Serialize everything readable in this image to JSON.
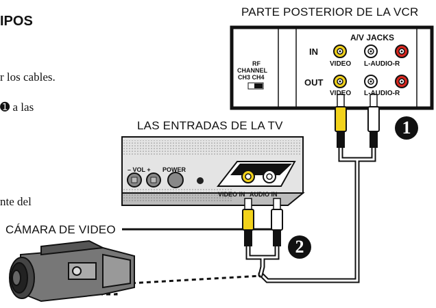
{
  "page": {
    "heading_fragment": "IPOS",
    "text_line_1": "r los cables.",
    "text_line_2_marker": "➊",
    "text_line_2": " a las",
    "text_line_3": "nte del"
  },
  "vcr": {
    "caption": "PARTE POSTERIOR DE LA VCR",
    "av_jacks_label": "A/V JACKS",
    "in_label": "IN",
    "out_label": "OUT",
    "video_in_label": "VIDEO",
    "audio_in_label": "L-AUDIO-R",
    "video_out_label": "VIDEO",
    "audio_out_label": "L-AUDIO-R",
    "rf_label": "RF",
    "channel_label": "CHANNEL",
    "ch_label": "CH3  CH4"
  },
  "tv": {
    "caption": "LAS ENTRADAS DE LA TV",
    "vol_label": "– VOL +",
    "power_label": "POWER",
    "video_in_label": "VIDEO IN",
    "audio_in_label": "AUDIO IN"
  },
  "camcorder": {
    "caption": "CÁMARA DE VIDEO"
  },
  "steps": {
    "step_1": "1",
    "step_2": "2"
  },
  "colors": {
    "video_jack": "#f2d21b",
    "audio_right_jack": "#d8261e",
    "audio_left_jack": "#ffffff",
    "outline": "#111111"
  }
}
